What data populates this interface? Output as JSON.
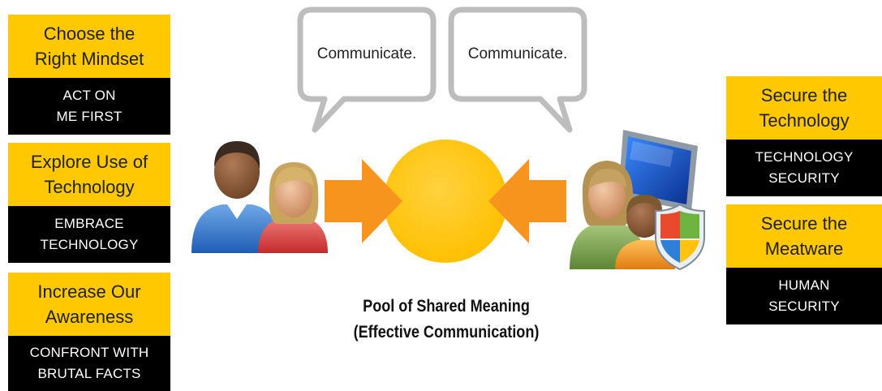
{
  "left_cards": [
    {
      "top_lines": [
        "Choose the",
        "Right Mindset"
      ],
      "bottom_lines": [
        "ACT ON",
        "ME FIRST"
      ]
    },
    {
      "top_lines": [
        "Explore Use of",
        "Technology"
      ],
      "bottom_lines": [
        "EMBRACE",
        "TECHNOLOGY"
      ]
    },
    {
      "top_lines": [
        "Increase Our",
        "Awareness"
      ],
      "bottom_lines": [
        "CONFRONT WITH",
        "BRUTAL FACTS"
      ]
    }
  ],
  "right_cards": [
    {
      "top_lines": [
        "Secure the",
        "Technology"
      ],
      "bottom_lines": [
        "TECHNOLOGY",
        "SECURITY"
      ]
    },
    {
      "top_lines": [
        "Secure the",
        "Meatware"
      ],
      "bottom_lines": [
        "HUMAN",
        "SECURITY"
      ]
    }
  ],
  "bubbles": [
    "Communicate.",
    "Communicate."
  ],
  "caption": {
    "line1": "Pool of Shared Meaning",
    "line2": "(Effective Communication)"
  },
  "colors": {
    "card_top": "#FFC800",
    "card_bottom": "#000000",
    "pool_circle": "#FFC600",
    "arrows": "#F7941D",
    "bubble_outline": "#BDBDBD"
  },
  "icons": [
    "two-users-icon",
    "users-with-computer-shield-icon"
  ]
}
